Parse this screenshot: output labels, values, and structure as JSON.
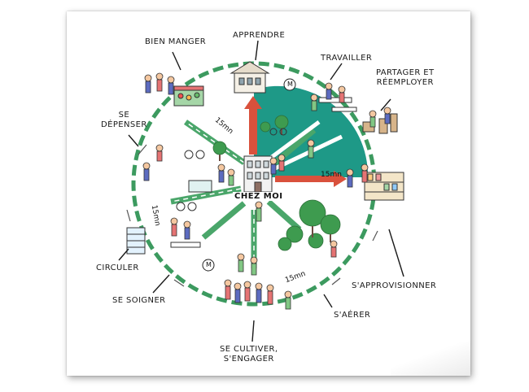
{
  "center_label": "CHEZ MOI",
  "functions": {
    "bien_manger": "BIEN MANGER",
    "apprendre": "APPRENDRE",
    "travailler": "TRAVAILLER",
    "partager_line1": "PARTAGER ET",
    "partager_line2": "RÉEMPLOYER",
    "se_depenser_line1": "SE",
    "se_depenser_line2": "DÉPENSER",
    "circuler": "CIRCULER",
    "se_soigner": "SE SOIGNER",
    "se_cultiver_line1": "SE CULTIVER,",
    "se_cultiver_line2": "S'ENGAGER",
    "s_aerer": "S'AÉRER",
    "s_approvisionner": "S'APPROVISIONNER"
  },
  "duration_labels": {
    "top_left": "15mn",
    "right": "15mn",
    "left": "15mn",
    "bottom": "15mn"
  },
  "metro_symbol": "M",
  "colors": {
    "green": "#2e8b57",
    "teal": "#1e9987",
    "arrow_red": "#d9513c",
    "ink": "#1a1a1a"
  }
}
